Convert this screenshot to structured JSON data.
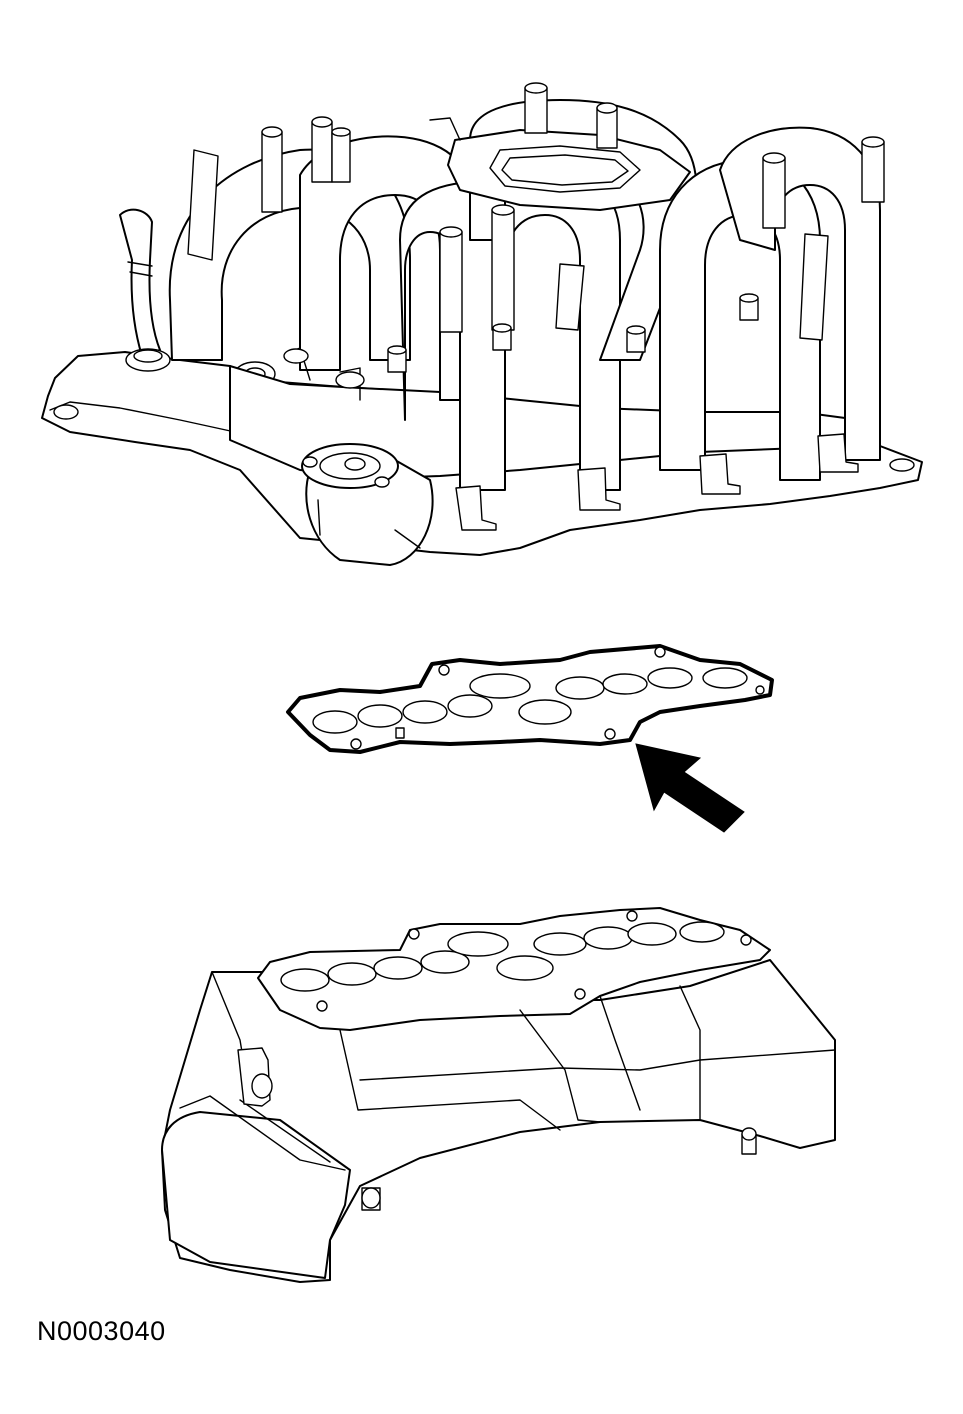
{
  "figure": {
    "id_label": "N0003040"
  },
  "colors": {
    "line": "#000000",
    "background": "#ffffff"
  },
  "parts": {
    "upper_manifold": {
      "icon": "upper-intake-manifold-drawing"
    },
    "gasket": {
      "icon": "intake-manifold-gasket-drawing"
    },
    "indicator": {
      "icon": "arrow-icon"
    },
    "lower_manifold": {
      "icon": "lower-intake-manifold-drawing"
    }
  }
}
